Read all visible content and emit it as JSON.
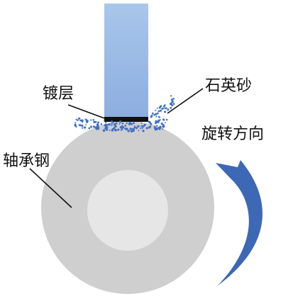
{
  "labels": {
    "coating": "镀层",
    "quartz_sand": "石英砂",
    "rotation_direction": "旋转方向",
    "bearing_steel": "轴承钢"
  },
  "colors": {
    "wheel_outer": "#cfcfcf",
    "wheel_inner": "#e6e6e6",
    "coating": "#111111",
    "sand": "#3f6fc6",
    "arrow": "#3c68b5",
    "sample_top": "#a9c6ea",
    "sample_bottom": "#8caee0"
  }
}
